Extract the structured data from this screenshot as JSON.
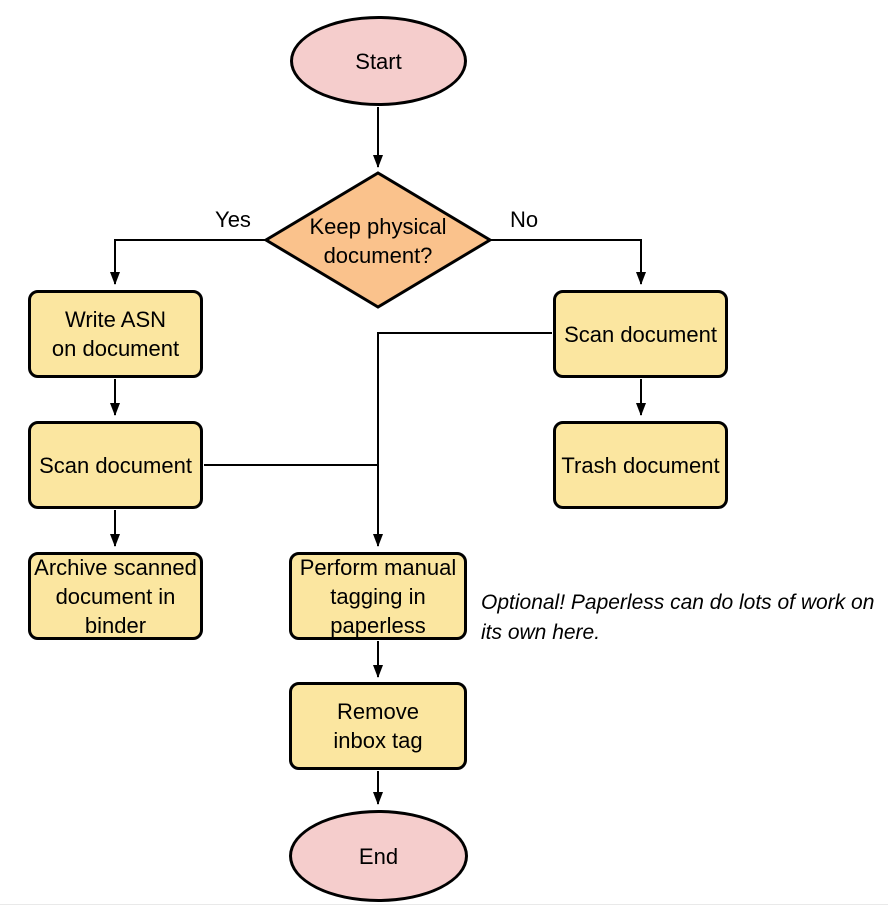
{
  "diagram": {
    "type": "flowchart",
    "background": "#ffffff",
    "colors": {
      "terminal_fill": "#F5CDCC",
      "decision_fill": "#FAC28C",
      "process_fill": "#FBE6A0",
      "outline": "#000000",
      "edge": "#000000",
      "bottom_rule": "#E9E9E9"
    },
    "nodes": {
      "start": {
        "shape": "ellipse",
        "label": "Start"
      },
      "decision": {
        "shape": "diamond",
        "label": "Keep physical\ndocument?"
      },
      "write_asn": {
        "shape": "process",
        "label": "Write ASN\non document"
      },
      "scan_left": {
        "shape": "process",
        "label": "Scan document"
      },
      "archive": {
        "shape": "process",
        "label": "Archive scanned\ndocument in\nbinder"
      },
      "scan_right": {
        "shape": "process",
        "label": "Scan document"
      },
      "trash": {
        "shape": "process",
        "label": "Trash document"
      },
      "tagging": {
        "shape": "process",
        "label": "Perform manual\ntagging in\npaperless"
      },
      "remove_inbox": {
        "shape": "process",
        "label": "Remove\ninbox tag"
      },
      "end": {
        "shape": "ellipse",
        "label": "End"
      }
    },
    "edge_labels": {
      "yes": "Yes",
      "no": "No"
    },
    "annotation": "Optional! Paperless can do lots of work on\nits own here."
  }
}
